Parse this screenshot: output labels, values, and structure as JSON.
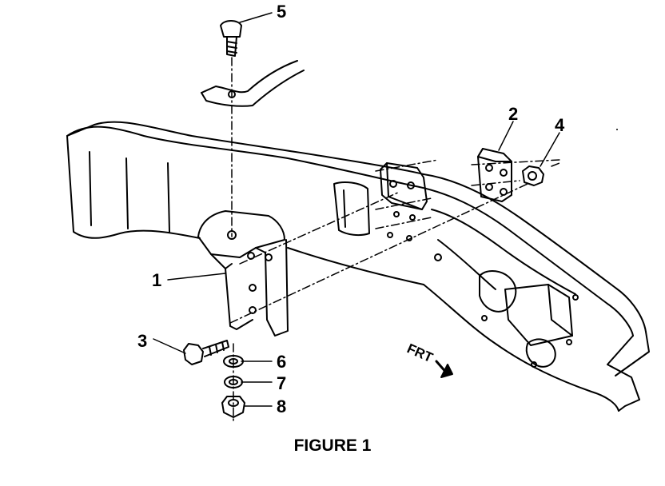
{
  "figure_caption": "FIGURE 1",
  "direction_label": "FRT",
  "callouts": {
    "c1": "1",
    "c2": "2",
    "c3": "3",
    "c4": "4",
    "c5": "5",
    "c6": "6",
    "c7": "7",
    "c8": "8"
  }
}
